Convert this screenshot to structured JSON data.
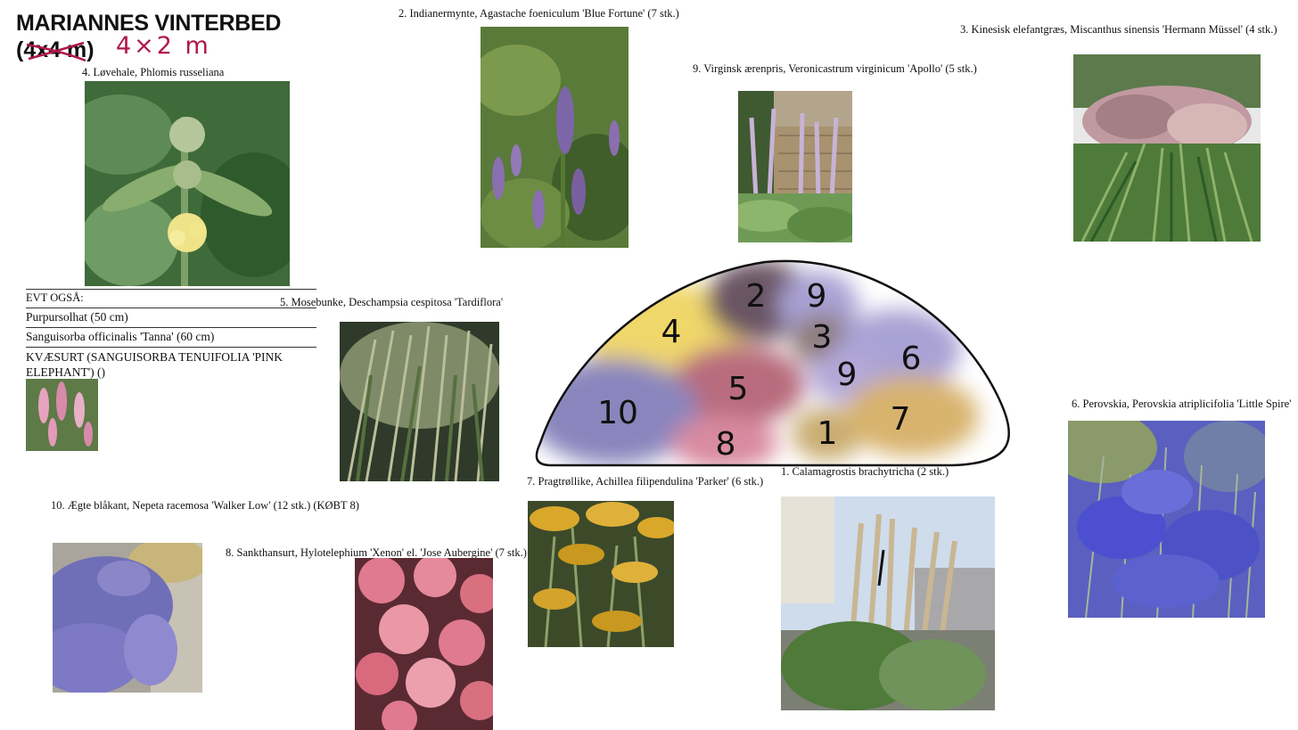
{
  "document": {
    "title": "MARIANNES VINTERBED",
    "size_crossed": "(4x4 m)",
    "size_new": "4×2 m"
  },
  "plants": {
    "p1": "1. Calamagrostis brachytricha (2 stk.)",
    "p2": "2. Indianermynte, Agastache foeniculum 'Blue Fortune' (7 stk.)",
    "p3": "3. Kinesisk elefantgræs, Miscanthus sinensis 'Hermann Müssel' (4 stk.)",
    "p4": "4. Løvehale, Phlomis russeliana",
    "p5": "5. Mosebunke, Deschampsia cespitosa 'Tardiflora'",
    "p6": "6. Perovskia, Perovskia atriplicifolia 'Little Spire'",
    "p7": "7. Pragtrøllike, Achillea filipendulina 'Parker' (6 stk.)",
    "p8": "8. Sankthansurt, Hylotelephium 'Xenon' el. 'Jose Aubergine' (7 stk.)",
    "p9": "9. Virginsk ærenpris, Veronicastrum virginicum 'Apollo' (5 stk.)",
    "p10": "10. Ægte blåkant, Nepeta racemosa 'Walker Low' (12 stk.) (KØBT 8)"
  },
  "also": {
    "heading": "EVT OGSÅ:",
    "items": [
      "Purpursolhat (50 cm)",
      "Sanguisorba officinalis 'Tanna' (60 cm)",
      "KVÆSURT (SANGUISORBA TENUIFOLIA 'PINK ELEPHANT') ()"
    ]
  },
  "bed_plan": {
    "labels": [
      "4",
      "2",
      "9",
      "3",
      "9",
      "6",
      "5",
      "10",
      "8",
      "1",
      "7"
    ],
    "colors": {
      "yellow": "#f0d76a",
      "purple_dark": "#6b5563",
      "lavender": "#a9a2d4",
      "rose": "#b86c7d",
      "blue_violet": "#8a86bd",
      "pink": "#d98aa0",
      "tan": "#c9ad72",
      "gold": "#d8b36e"
    }
  },
  "colors": {
    "annotation": "#b0174d"
  }
}
